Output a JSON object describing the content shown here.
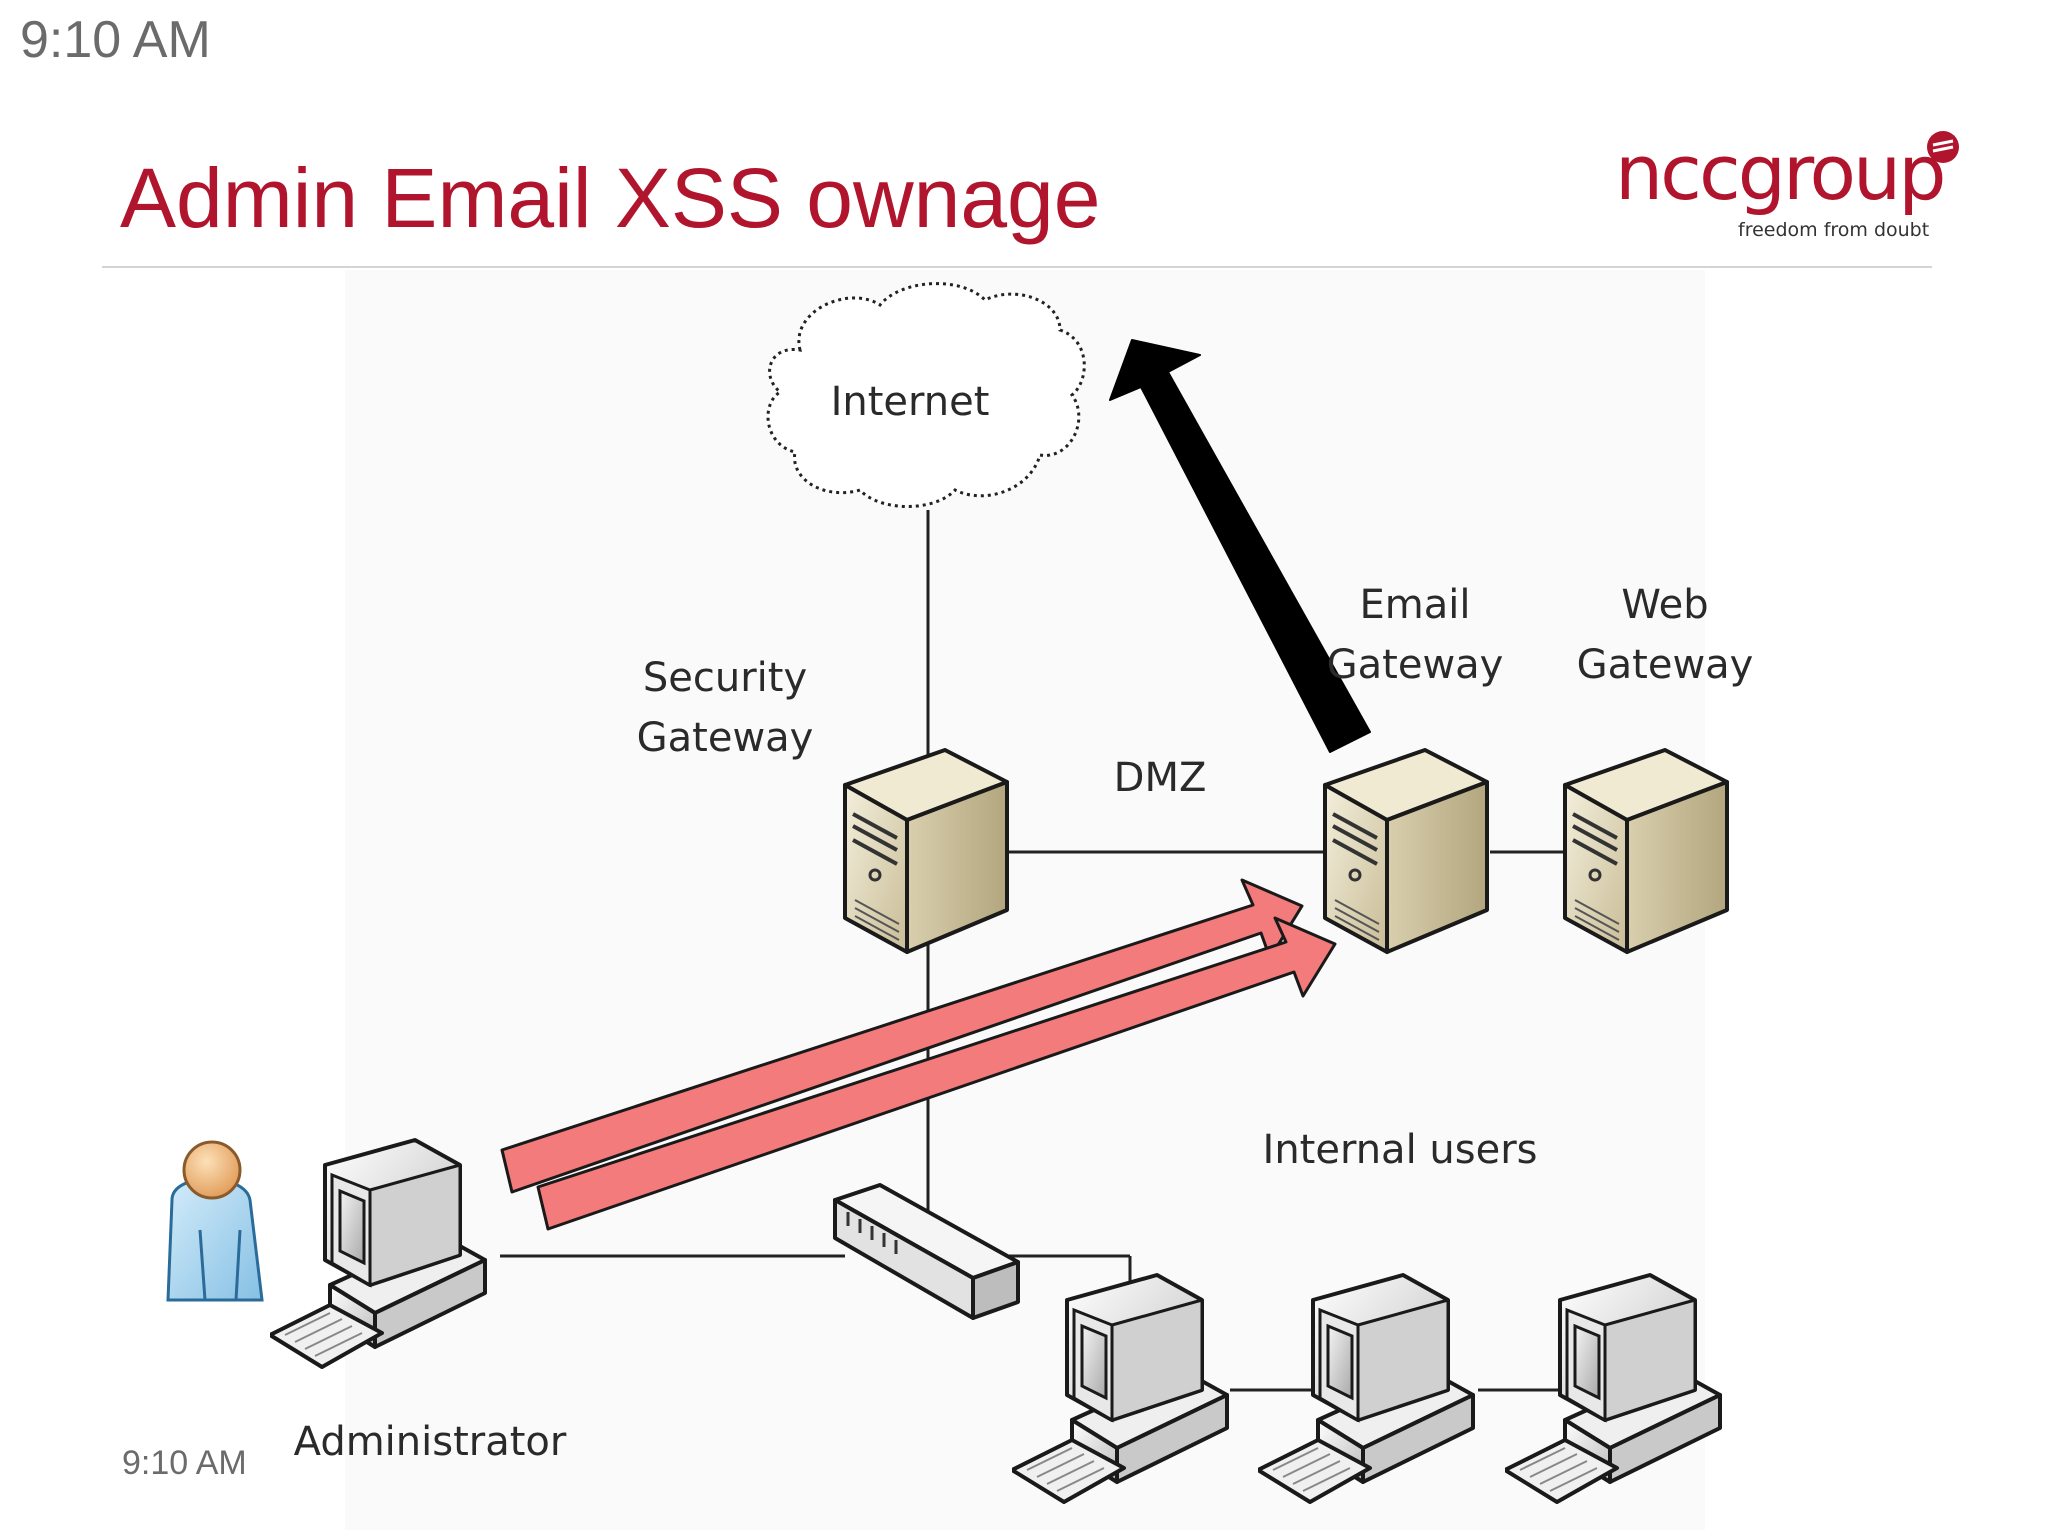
{
  "clock": {
    "top": "9:10 AM",
    "bottom": "9:10 AM"
  },
  "slide": {
    "title": "Admin Email XSS ownage"
  },
  "logo": {
    "wordmark": "nccgroup",
    "tagline": "freedom from doubt",
    "color": "#b0152d"
  },
  "diagram": {
    "cloud_label": "Internet",
    "security_gateway": [
      "Security",
      "Gateway"
    ],
    "dmz_label": "DMZ",
    "email_gateway": [
      "Email",
      "Gateway"
    ],
    "web_gateway": [
      "Web",
      "Gateway"
    ],
    "internal_users_label": "Internal users",
    "administrator_label": "Administrator",
    "colors": {
      "attack_arrow": "#f47b7b",
      "exfil_arrow": "#000000",
      "server": "#e8dfc5"
    }
  }
}
